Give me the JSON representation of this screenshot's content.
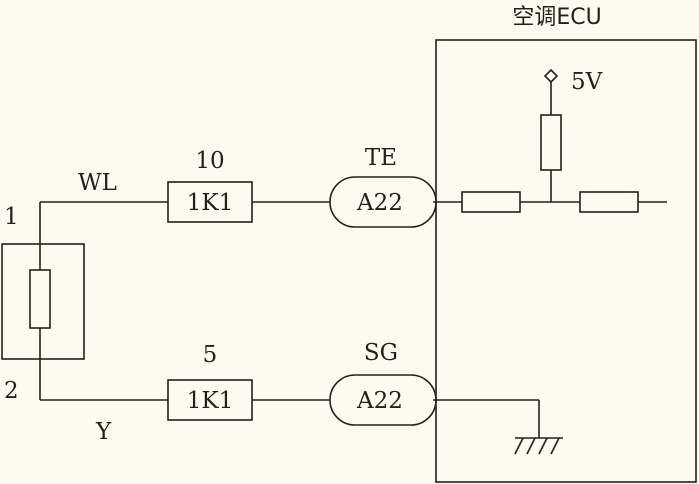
{
  "ecu": {
    "title": "空调ECU",
    "supply_label": "5V"
  },
  "sensor": {
    "pin_top": "1",
    "pin_bottom": "2"
  },
  "circuit_top": {
    "wire_color": "WL",
    "connector_pin": "10",
    "connector_code": "1K1",
    "ecu_terminal": "TE",
    "ecu_connector": "A22"
  },
  "circuit_bottom": {
    "wire_color": "Y",
    "connector_pin": "5",
    "connector_code": "1K1",
    "ecu_terminal": "SG",
    "ecu_connector": "A22"
  },
  "colors": {
    "line": "#231f20",
    "background": "#fdfbee"
  }
}
